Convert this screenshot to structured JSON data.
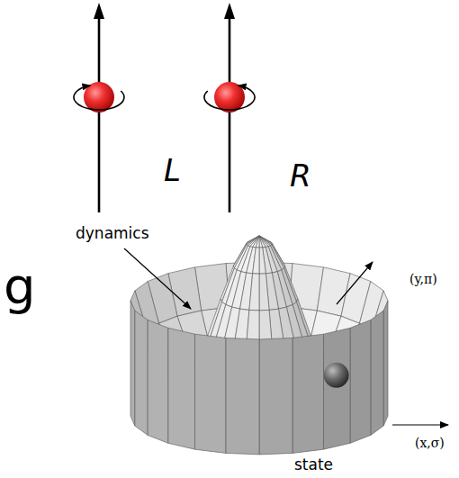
{
  "diagram": {
    "labels": [
      "L",
      "R",
      "dynamics",
      "(y,π)",
      "g",
      "(x,σ)",
      "state"
    ]
  }
}
